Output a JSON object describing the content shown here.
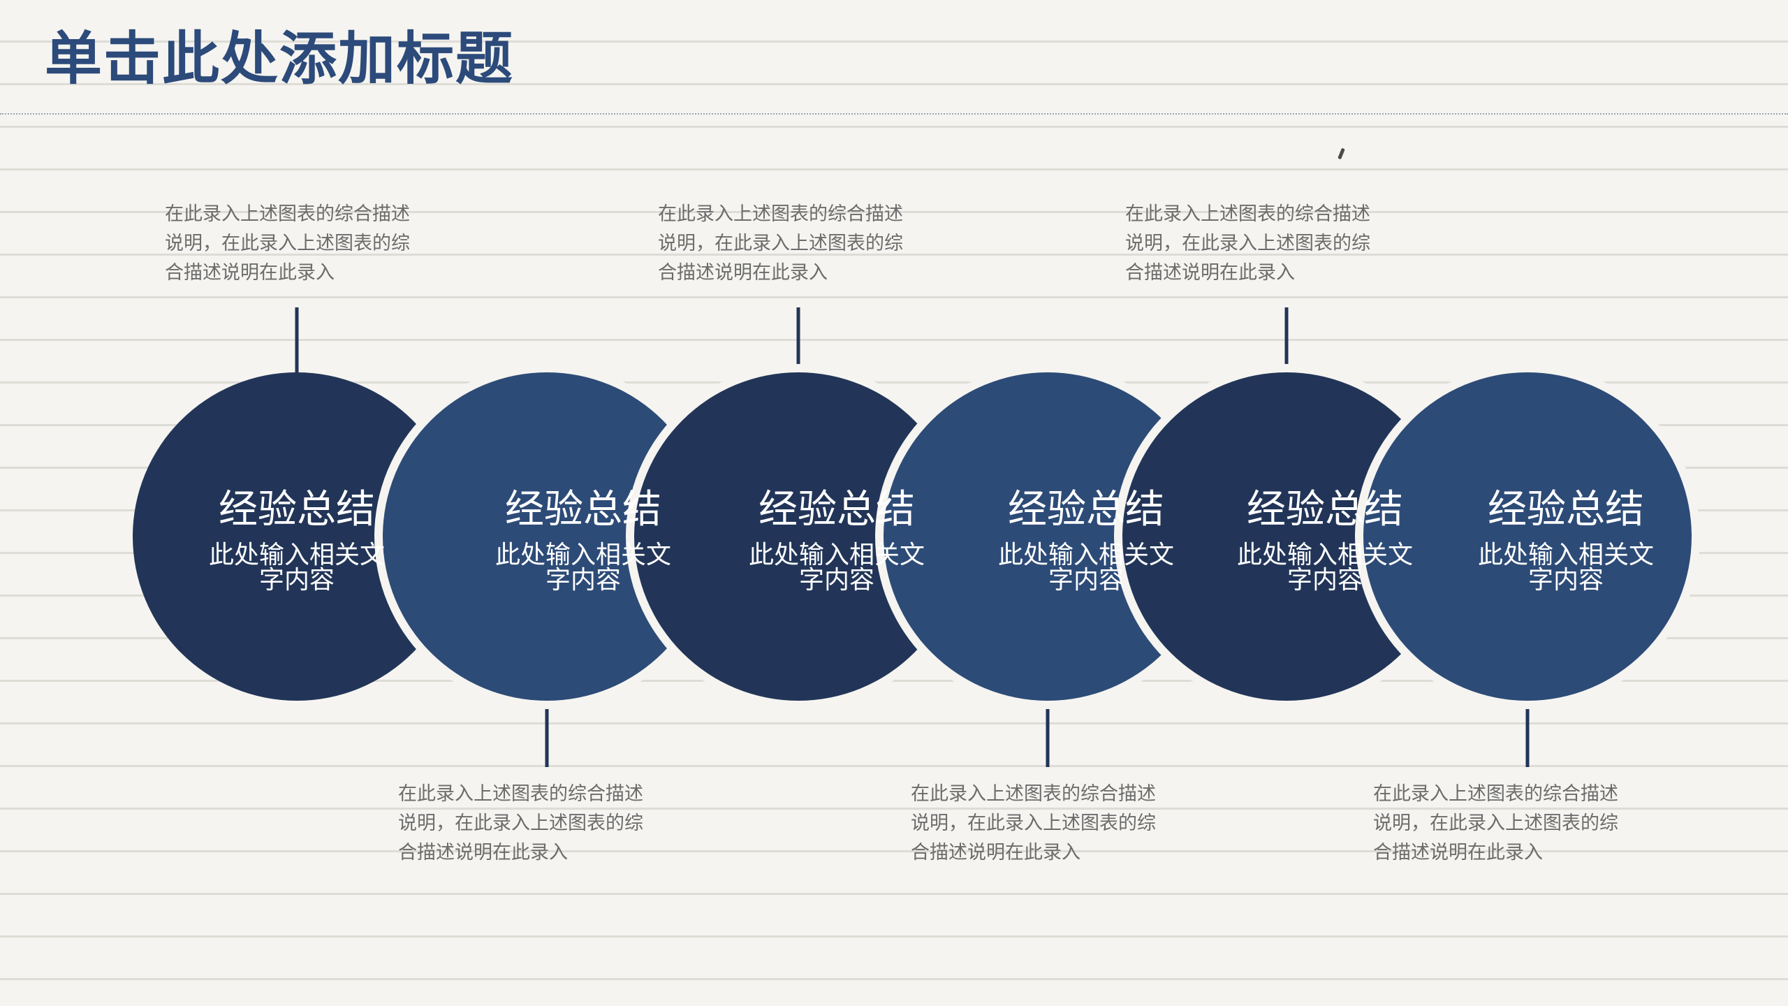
{
  "title": "单击此处添加标题",
  "colors": {
    "dark": "#223558",
    "mid": "#2d4b77",
    "connector": "#223558",
    "title": "#2c4a7a",
    "text": "#6c6c6c",
    "background": "#f5f4f0"
  },
  "nodes": [
    {
      "title": "经验总结",
      "sub1": "此处输入相关文",
      "sub2": "字内容",
      "tone": "dark",
      "desc_pos": "top"
    },
    {
      "title": "经验总结",
      "sub1": "此处输入相关文",
      "sub2": "字内容",
      "tone": "mid",
      "desc_pos": "bottom"
    },
    {
      "title": "经验总结",
      "sub1": "此处输入相关文",
      "sub2": "字内容",
      "tone": "dark",
      "desc_pos": "top"
    },
    {
      "title": "经验总结",
      "sub1": "此处输入相关文",
      "sub2": "字内容",
      "tone": "mid",
      "desc_pos": "bottom"
    },
    {
      "title": "经验总结",
      "sub1": "此处输入相关文",
      "sub2": "字内容",
      "tone": "dark",
      "desc_pos": "top"
    },
    {
      "title": "经验总结",
      "sub1": "此处输入相关文",
      "sub2": "字内容",
      "tone": "mid",
      "desc_pos": "bottom"
    }
  ],
  "descriptions": [
    {
      "line1": "在此录入上述图表的综合描述",
      "line2": "说明，在此录入上述图表的综",
      "line3": "合描述说明在此录入"
    },
    {
      "line1": "在此录入上述图表的综合描述",
      "line2": "说明，在此录入上述图表的综",
      "line3": "合描述说明在此录入"
    },
    {
      "line1": "在此录入上述图表的综合描述",
      "line2": "说明，在此录入上述图表的综",
      "line3": "合描述说明在此录入"
    },
    {
      "line1": "在此录入上述图表的综合描述",
      "line2": "说明，在此录入上述图表的综",
      "line3": "合描述说明在此录入"
    },
    {
      "line1": "在此录入上述图表的综合描述",
      "line2": "说明，在此录入上述图表的综",
      "line3": "合描述说明在此录入"
    },
    {
      "line1": "在此录入上述图表的综合描述",
      "line2": "说明，在此录入上述图表的综",
      "line3": "合描述说明在此录入"
    }
  ]
}
